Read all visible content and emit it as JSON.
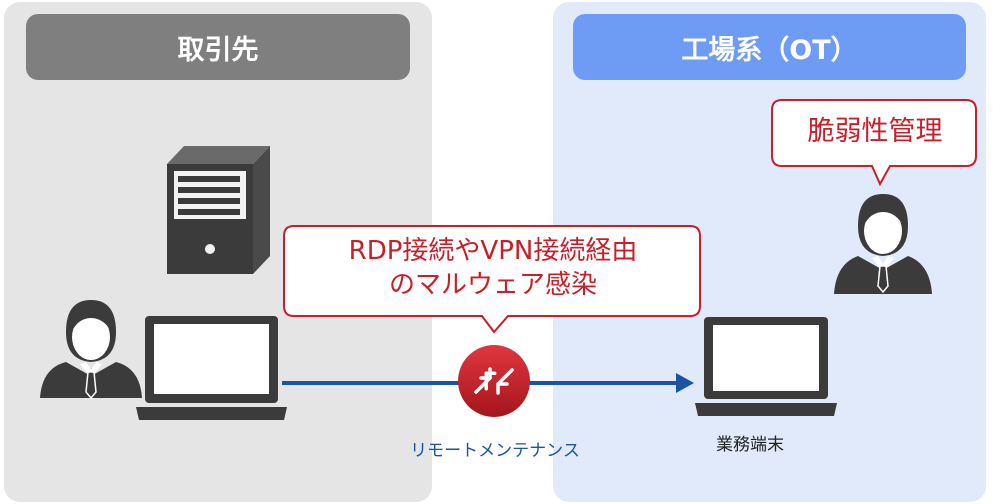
{
  "zones": {
    "left": {
      "label": "取引先"
    },
    "right": {
      "label": "工場系（OT）"
    }
  },
  "bubbles": {
    "infection": {
      "line1": "RDP接続やVPN接続経由",
      "line2": "のマルウェア感染"
    },
    "vulnerability": {
      "label": "脆弱性管理"
    }
  },
  "labels": {
    "remote_maintenance": "リモートメンテナンス",
    "business_terminal": "業務端末"
  },
  "icons": {
    "server": "server-icon",
    "person_left": "person-icon",
    "person_right": "person-icon",
    "laptop_left": "laptop-icon",
    "laptop_right": "laptop-icon",
    "remote": "remote-connection-icon"
  },
  "colors": {
    "left_zone_bg": "#e5e5e5",
    "left_header": "#7f7f7f",
    "right_zone_bg": "#e1eafb",
    "right_header": "#6e9bf3",
    "alert_red": "#c7202a",
    "connector_blue": "#1a54a3",
    "icon_dark": "#3b3b3b"
  }
}
